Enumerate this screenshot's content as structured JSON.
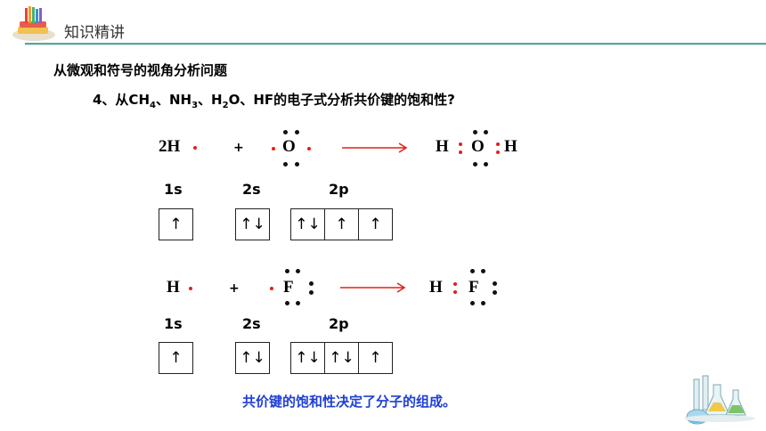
{
  "header": {
    "title": "知识精讲"
  },
  "section_title": "从微观和符号的视角分析问题",
  "question": {
    "prefix": "4、从CH",
    "s1": "4",
    "mid1": "、NH",
    "s2": "3",
    "mid2": "、H",
    "s3": "2",
    "suffix": "O、HF的电子式分析共价键的饱和性?"
  },
  "row1": {
    "left": "2H",
    "plus": "+",
    "atom": "O",
    "product": {
      "h1": "H",
      "center": "O",
      "h2": "H"
    }
  },
  "row2": {
    "left": "H",
    "plus": "+",
    "atom": "F",
    "product": {
      "h1": "H",
      "center": "F"
    }
  },
  "orbitals1": {
    "labels": {
      "s1": "1s",
      "s2": "2s",
      "p2": "2p"
    },
    "s1": [
      "↑"
    ],
    "s2": [
      "↑↓"
    ],
    "p2": [
      "↑↓",
      "↑",
      "↑"
    ]
  },
  "orbitals2": {
    "labels": {
      "s1": "1s",
      "s2": "2s",
      "p2": "2p"
    },
    "s1": [
      "↑"
    ],
    "s2": [
      "↑↓"
    ],
    "p2": [
      "↑↓",
      "↑↓",
      "↑"
    ]
  },
  "conclusion": "共价键的饱和性决定了分子的组成。",
  "colors": {
    "accent": "#5aa7a0",
    "electron_red": "#e0201a",
    "conclusion_blue": "#1e3fd6"
  },
  "icons": [
    "books-pencils-logo-icon",
    "lab-flasks-icon"
  ]
}
